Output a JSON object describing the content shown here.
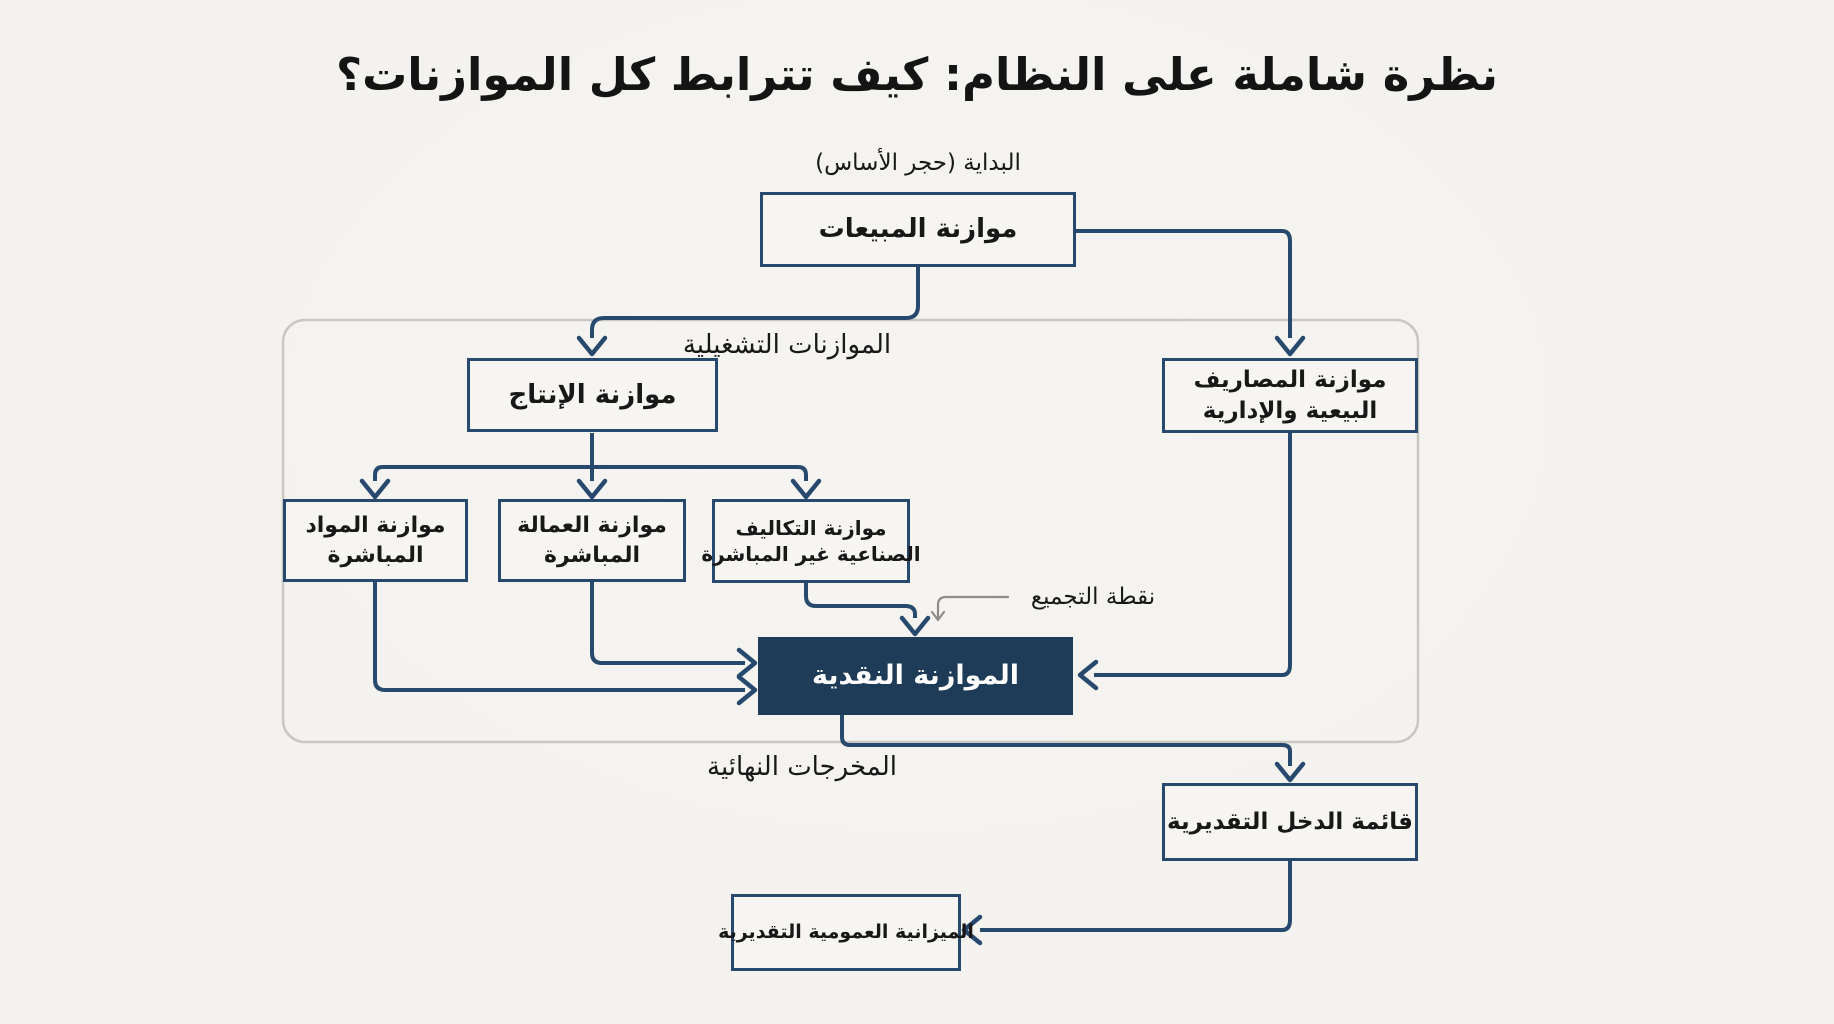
{
  "title": "نظرة شاملة على النظام: كيف تترابط كل الموازنات؟",
  "annotations": {
    "start": "البداية (حجر الأساس)",
    "operating_section": "الموازنات التشغيلية",
    "final_outputs_section": "المخرجات النهائية",
    "aggregation_point": "نقطة التجميع"
  },
  "nodes": {
    "sales": {
      "line1": "موازنة المبيعات"
    },
    "production": {
      "line1": "موازنة الإنتاج"
    },
    "selling_admin": {
      "line1": "موازنة المصاريف",
      "line2": "البيعية والإدارية"
    },
    "direct_materials": {
      "line1": "موازنة المواد",
      "line2": "المباشرة"
    },
    "direct_labor": {
      "line1": "موازنة العمالة",
      "line2": "المباشرة"
    },
    "overhead": {
      "line1": "موازنة التكاليف",
      "line2": "الصناعية غير المباشرة"
    },
    "cash": {
      "line1": "الموازنة النقدية"
    },
    "income_statement": {
      "line1": "قائمة الدخل التقديرية"
    },
    "balance_sheet": {
      "line1": "الميزانية العمومية التقديرية"
    }
  },
  "edges": [
    {
      "from": "sales",
      "to": "production"
    },
    {
      "from": "sales",
      "to": "selling_admin"
    },
    {
      "from": "production",
      "to": "direct_materials"
    },
    {
      "from": "production",
      "to": "direct_labor"
    },
    {
      "from": "production",
      "to": "overhead"
    },
    {
      "from": "direct_materials",
      "to": "cash"
    },
    {
      "from": "direct_labor",
      "to": "cash"
    },
    {
      "from": "overhead",
      "to": "cash"
    },
    {
      "from": "selling_admin",
      "to": "cash"
    },
    {
      "from": "cash",
      "to": "income_statement"
    },
    {
      "from": "income_statement",
      "to": "balance_sheet"
    }
  ],
  "colors": {
    "bg": "#f4f2ee",
    "node-bg": "#f7f5f1",
    "navy": "#27496d",
    "dark": "#1e3b58",
    "graybd": "#c9c7c2",
    "pointer": "#8f8d89",
    "text": "#181818"
  }
}
